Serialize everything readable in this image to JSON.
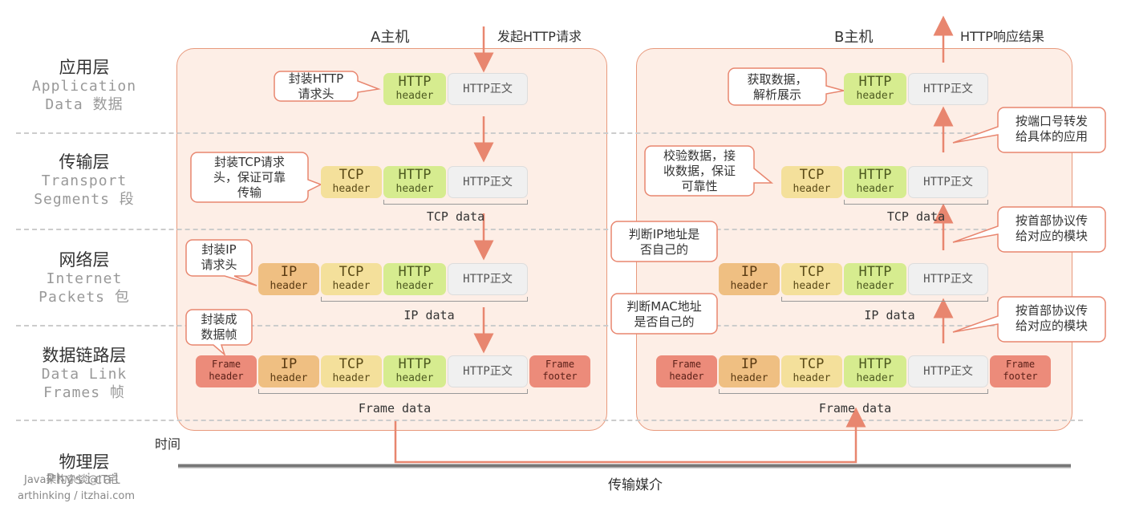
{
  "layers": [
    {
      "cn": "应用层",
      "en1": "Application",
      "en2": "Data 数据"
    },
    {
      "cn": "传输层",
      "en1": "Transport",
      "en2": "Segments 段"
    },
    {
      "cn": "网络层",
      "en1": "Internet",
      "en2": "Packets 包"
    },
    {
      "cn": "数据链路层",
      "en1": "Data Link",
      "en2": "Frames 帧"
    },
    {
      "cn": "物理层",
      "en1": "Physical",
      "en2": ""
    }
  ],
  "hosts": {
    "a": {
      "title": "A主机",
      "top_label": "发起HTTP请求"
    },
    "b": {
      "title": "B主机",
      "top_label": "HTTP响应结果"
    }
  },
  "blocks": {
    "http_t1": "HTTP",
    "tcp_t1": "TCP",
    "ip_t1": "IP",
    "frame_t1": "Frame",
    "header": "header",
    "footer": "footer",
    "body": "HTTP正文"
  },
  "data_labels": {
    "tcp": "TCP data",
    "ip": "IP data",
    "frame": "Frame data"
  },
  "notes_a": {
    "app": [
      "封装HTTP",
      "请求头"
    ],
    "transport": [
      "封装TCP请求",
      "头，保证可靠",
      "传输"
    ],
    "network": [
      "封装IP",
      "请求头"
    ],
    "link": [
      "封装成",
      "数据帧"
    ]
  },
  "notes_b": {
    "app": [
      "获取数据，",
      "解析展示"
    ],
    "transport": [
      "校验数据，接",
      "收数据，保证",
      "可靠性"
    ],
    "network": [
      "判断IP地址是",
      "否自己的"
    ],
    "link": [
      "判断MAC地址",
      "是否自己的"
    ],
    "side_app": [
      "按端口号转发",
      "给具体的应用"
    ],
    "side_transport": [
      "按首部协议传",
      "给对应的模块"
    ],
    "side_network": [
      "按首部协议传",
      "给对应的模块"
    ]
  },
  "time_label": "时间",
  "medium_label": "传输媒介",
  "watermark": {
    "line1": "Java架构杂谈@IT宅",
    "line2": "arthinking / itzhai.com"
  },
  "colors": {
    "arrow": "#e8866f",
    "host_border": "#e8997c",
    "host_bg": "#fdeee6",
    "http": "#d6ec8f",
    "tcp": "#f4e09b",
    "ip": "#efbf82",
    "frame": "#ec8b7a"
  }
}
